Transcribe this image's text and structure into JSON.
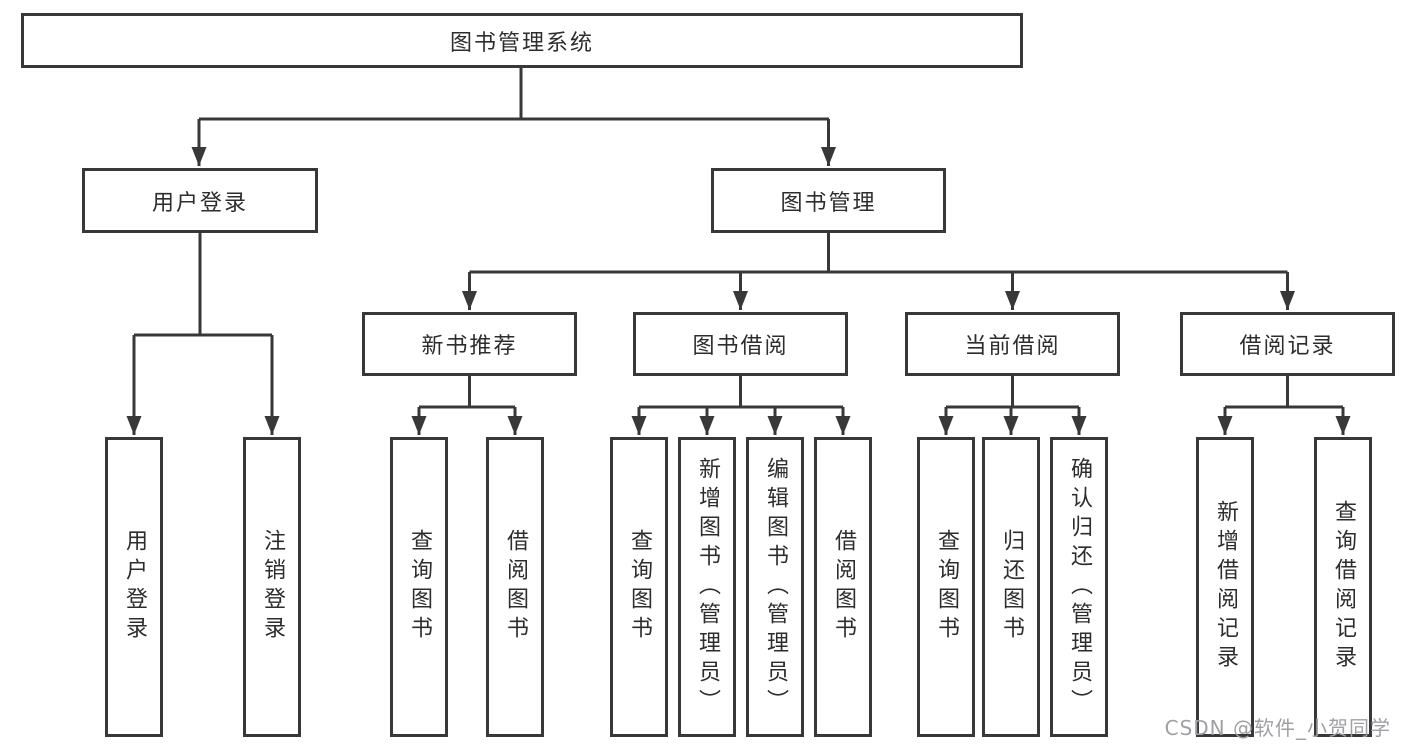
{
  "diagram": {
    "title": "图书管理系统",
    "watermark": "CSDN @软件_小贺同学",
    "colors": {
      "line": "#383838",
      "border": "#383838",
      "text": "#2d2d2d",
      "background": "#ffffff",
      "watermark": "#a0a0a4"
    },
    "tree": {
      "label": "图书管理系统",
      "children": [
        {
          "label": "用户登录",
          "children": [
            {
              "label": "用户登录"
            },
            {
              "label": "注销登录"
            }
          ]
        },
        {
          "label": "图书管理",
          "children": [
            {
              "label": "新书推荐",
              "children": [
                {
                  "label": "查询图书"
                },
                {
                  "label": "借阅图书"
                }
              ]
            },
            {
              "label": "图书借阅",
              "children": [
                {
                  "label": "查询图书"
                },
                {
                  "label": "新增图书（管理员）"
                },
                {
                  "label": "编辑图书（管理员）"
                },
                {
                  "label": "借阅图书"
                }
              ]
            },
            {
              "label": "当前借阅",
              "children": [
                {
                  "label": "查询图书"
                },
                {
                  "label": "归还图书"
                },
                {
                  "label": "确认归还（管理员）"
                }
              ]
            },
            {
              "label": "借阅记录",
              "children": [
                {
                  "label": "新增借阅记录"
                },
                {
                  "label": "查询借阅记录"
                }
              ]
            }
          ]
        }
      ]
    }
  }
}
